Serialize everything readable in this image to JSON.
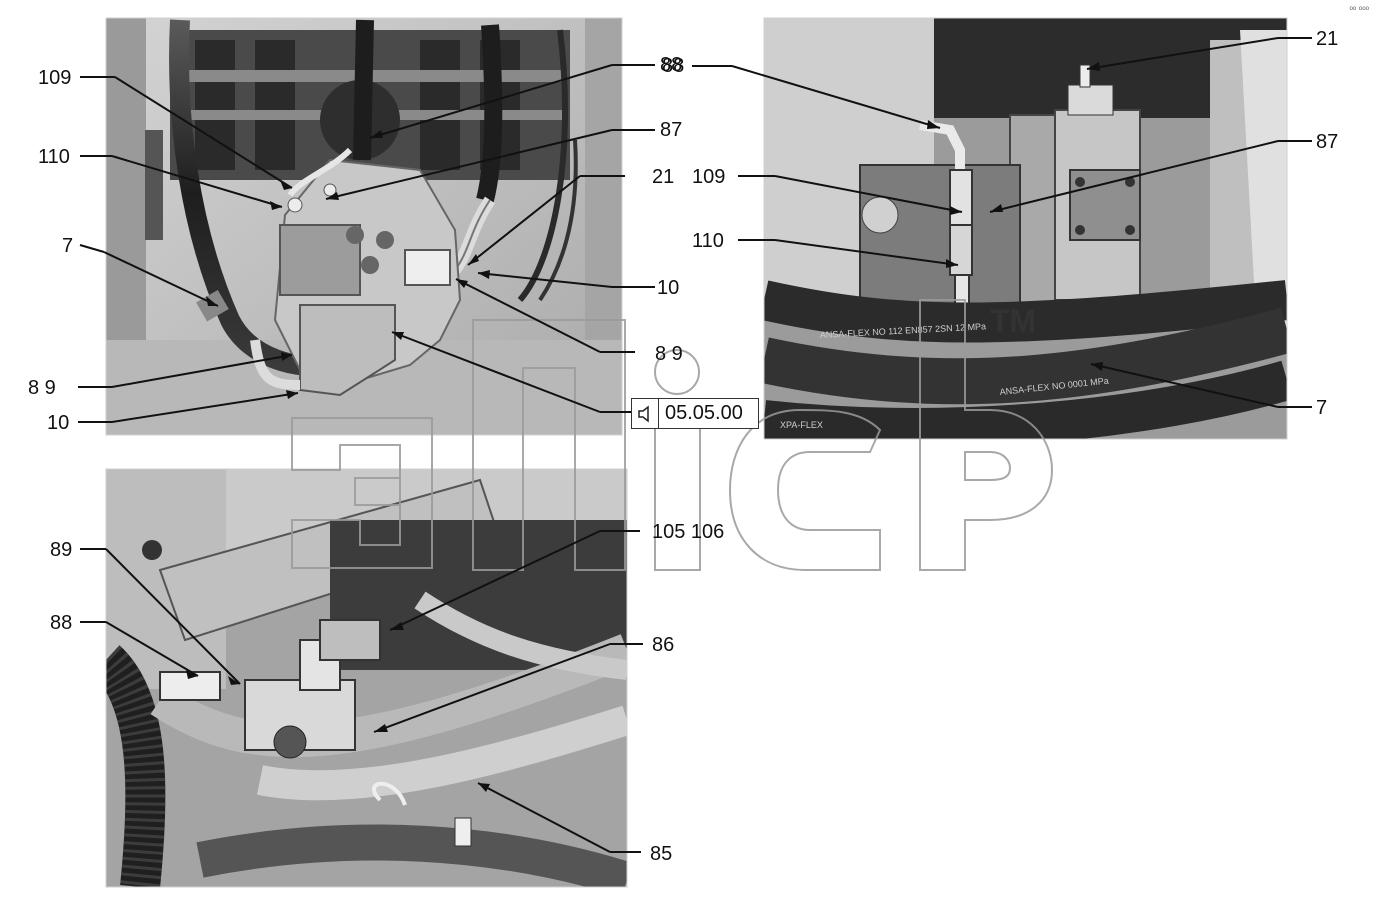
{
  "reference": {
    "code": "05.05.00",
    "icon": "speaker-icon"
  },
  "corner_mark": "ᵒᵒ ᵒᵒᵒ",
  "watermark": {
    "text": "ЭПСР",
    "color": "#9a9a9a"
  },
  "panels": {
    "top_left": {
      "labels": [
        "109",
        "110",
        "7",
        "8 9",
        "10",
        "88",
        "87",
        "21",
        "10",
        "8 9"
      ]
    },
    "top_right": {
      "labels": [
        "21",
        "88",
        "87",
        "109",
        "110",
        "7"
      ],
      "tm_mark": "TM"
    },
    "bottom_left": {
      "labels": [
        "89",
        "88",
        "105 106",
        "86",
        "85"
      ]
    }
  }
}
